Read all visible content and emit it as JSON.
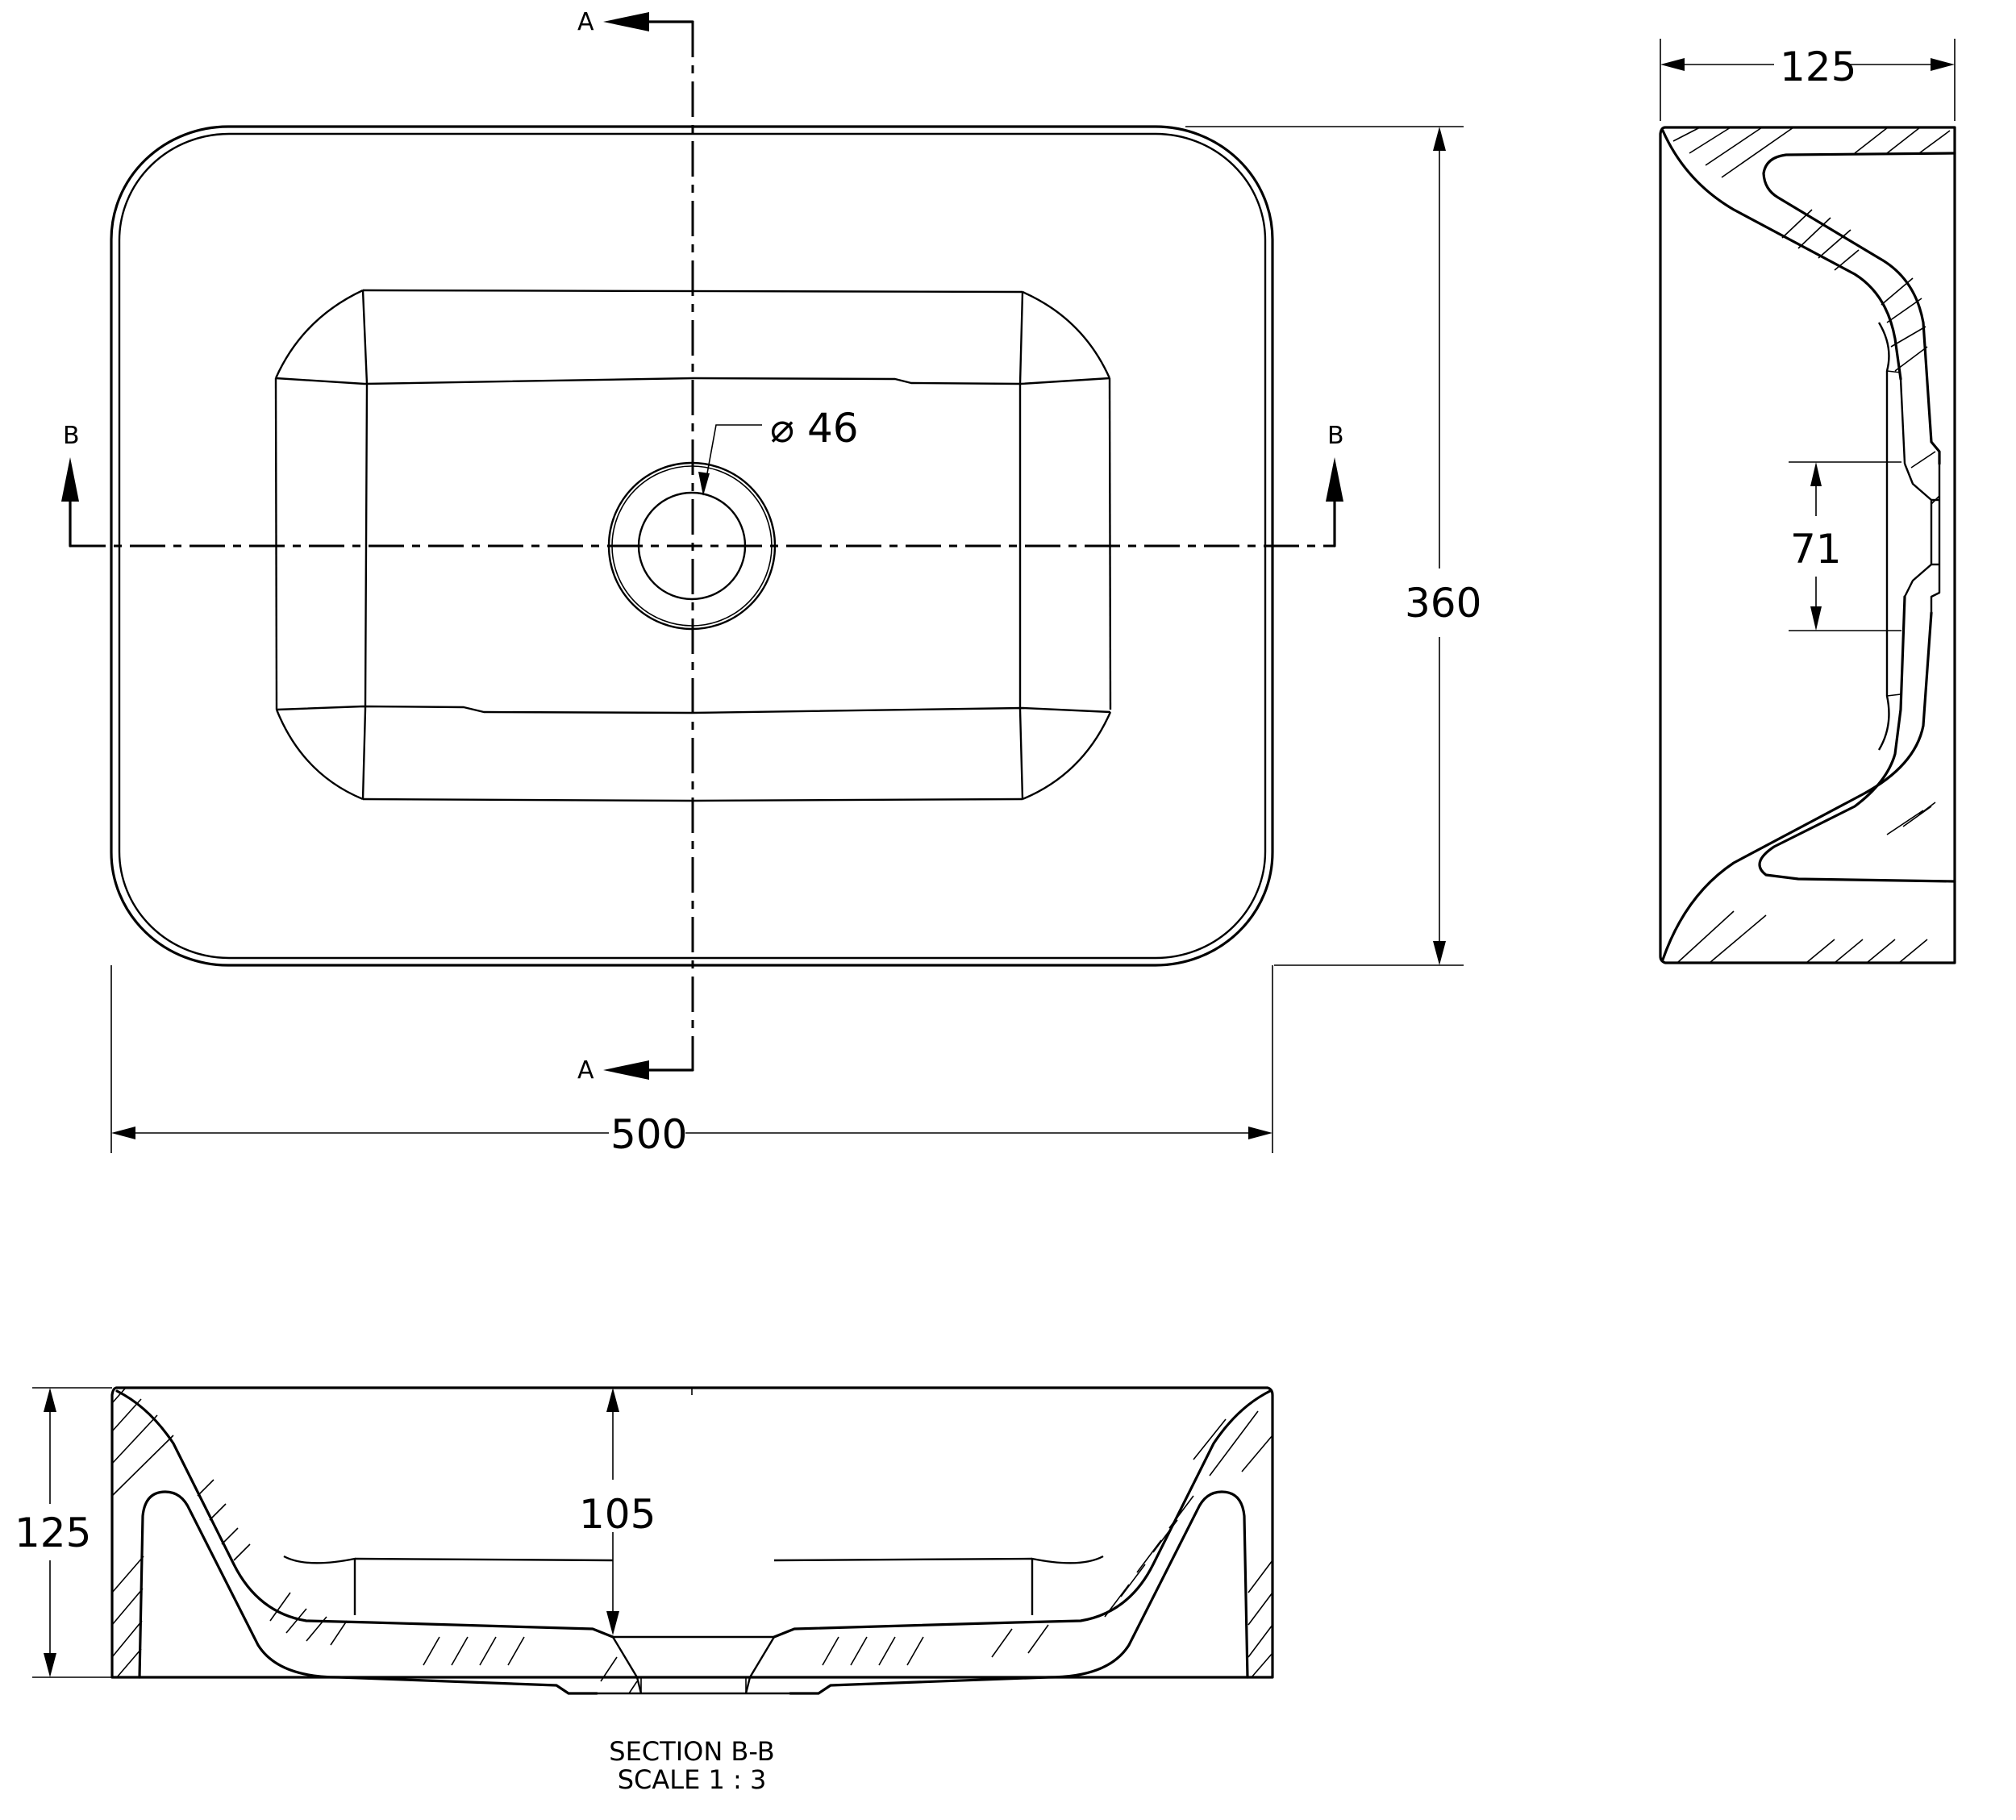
{
  "drawing": {
    "type": "technical-drawing",
    "subject": "rectangular countertop washbasin",
    "views": {
      "plan": {
        "name": "top-view",
        "dimensions": {
          "width": "500",
          "depth": "360",
          "drain_diameter": "⌀ 46"
        },
        "section_markers": {
          "a_top": "A",
          "a_bottom": "A",
          "b_left": "B",
          "b_right": "B"
        }
      },
      "section_a": {
        "name": "side-section",
        "dimensions": {
          "height": "125",
          "drain_offset": "71"
        }
      },
      "section_b": {
        "name": "front-section",
        "dimensions": {
          "height": "125",
          "inner_depth": "105"
        },
        "title": "SECTION B-B",
        "scale": "SCALE 1 : 3"
      }
    },
    "colors": {
      "line": "#000000",
      "background": "#ffffff"
    }
  }
}
